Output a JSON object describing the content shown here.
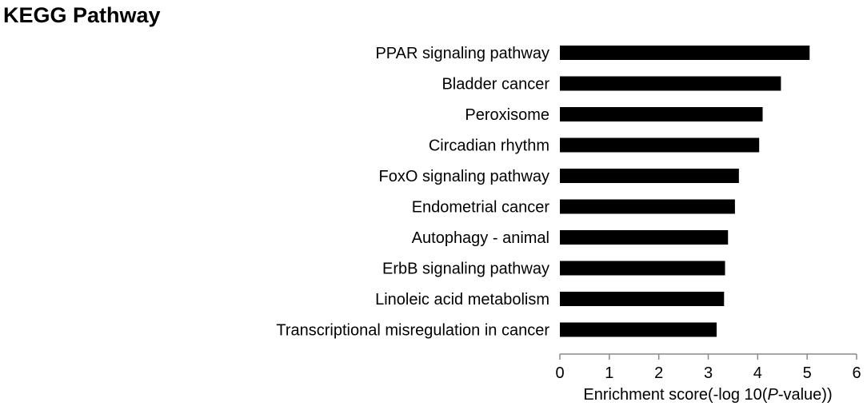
{
  "chart_data": {
    "type": "bar",
    "orientation": "horizontal",
    "title": "KEGG Pathway",
    "categories": [
      "PPAR signaling pathway",
      "Bladder cancer",
      "Peroxisome",
      "Circadian rhythm",
      "FoxO signaling pathway",
      "Endometrial cancer",
      "Autophagy - animal",
      "ErbB signaling pathway",
      "Linoleic acid metabolism",
      "Transcriptional misregulation in cancer"
    ],
    "values": [
      5.05,
      4.47,
      4.1,
      4.03,
      3.62,
      3.54,
      3.4,
      3.34,
      3.32,
      3.17
    ],
    "xlabel_prefix": "Enrichment score(-log 10(",
    "xlabel_italic": "P",
    "xlabel_suffix": "-value))",
    "xlim": [
      0,
      6
    ],
    "xticks": [
      "0",
      "1",
      "2",
      "3",
      "4",
      "5",
      "6"
    ],
    "grid": false,
    "bar_color": "#000000"
  }
}
